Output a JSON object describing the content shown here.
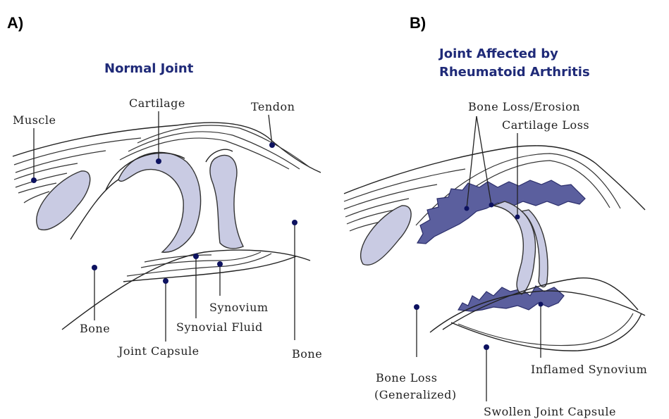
{
  "panels": [
    {
      "letter": "A)",
      "title": [
        "Normal Joint"
      ],
      "labels": {
        "muscle": "Muscle",
        "cartilage": "Cartilage",
        "tendon": "Tendon",
        "bone_left": "Bone",
        "bone_right": "Bone",
        "synovium": "Synovium",
        "synovial_fluid": "Synovial Fluid",
        "joint_capsule": "Joint Capsule"
      }
    },
    {
      "letter": "B)",
      "title": [
        "Joint Affected by",
        "Rheumatoid Arthritis"
      ],
      "labels": {
        "bone_loss_erosion": "Bone Loss/Erosion",
        "cartilage_loss": "Cartilage Loss",
        "bone_loss_generalized_1": "Bone Loss",
        "bone_loss_generalized_2": "(Generalized)",
        "inflamed_synovium": "Inflamed Synovium",
        "swollen_joint_capsule": "Swollen Joint Capsule"
      }
    }
  ],
  "colors": {
    "heading": "#1f2a78",
    "cartilage_fill": "#c9cbe3",
    "erosion_fill": "#5b5f9e",
    "marker_dot": "#0d1260"
  }
}
